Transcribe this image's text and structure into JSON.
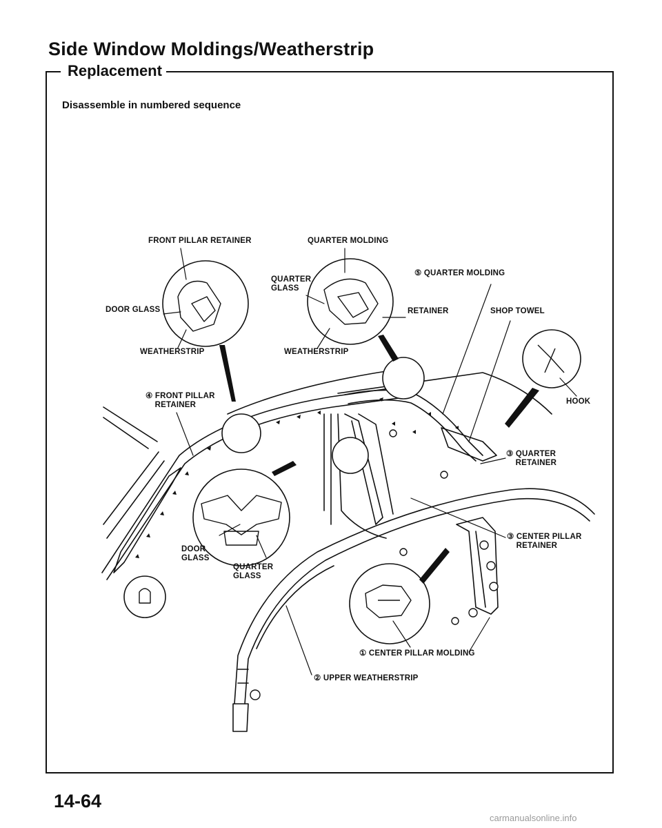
{
  "page": {
    "title": "Side Window Moldings/Weatherstrip",
    "section": "Replacement",
    "instruction": "Disassemble in numbered sequence",
    "page_number": "14-64",
    "footer_url": "carmanualsonline.info"
  },
  "labels": {
    "front_pillar_retainer_top": "FRONT PILLAR RETAINER",
    "quarter_molding_top": "QUARTER MOLDING",
    "quarter_glass_top": "QUARTER\nGLASS",
    "quarter_molding_5": "⑤ QUARTER MOLDING",
    "door_glass_top": "DOOR GLASS",
    "retainer": "RETAINER",
    "shop_towel": "SHOP TOWEL",
    "weatherstrip_left": "WEATHERSTRIP",
    "weatherstrip_mid": "WEATHERSTRIP",
    "front_pillar_retainer_4": "④ FRONT PILLAR\n    RETAINER",
    "hook": "HOOK",
    "quarter_retainer_3": "③ QUARTER\n    RETAINER",
    "center_pillar_retainer_3": "③ CENTER PILLAR\n    RETAINER",
    "door_glass_bottom": "DOOR\nGLASS",
    "quarter_glass_bottom": "QUARTER\nGLASS",
    "center_pillar_molding_1": "① CENTER PILLAR MOLDING",
    "upper_weatherstrip_2": "② UPPER WEATHERSTRIP"
  }
}
